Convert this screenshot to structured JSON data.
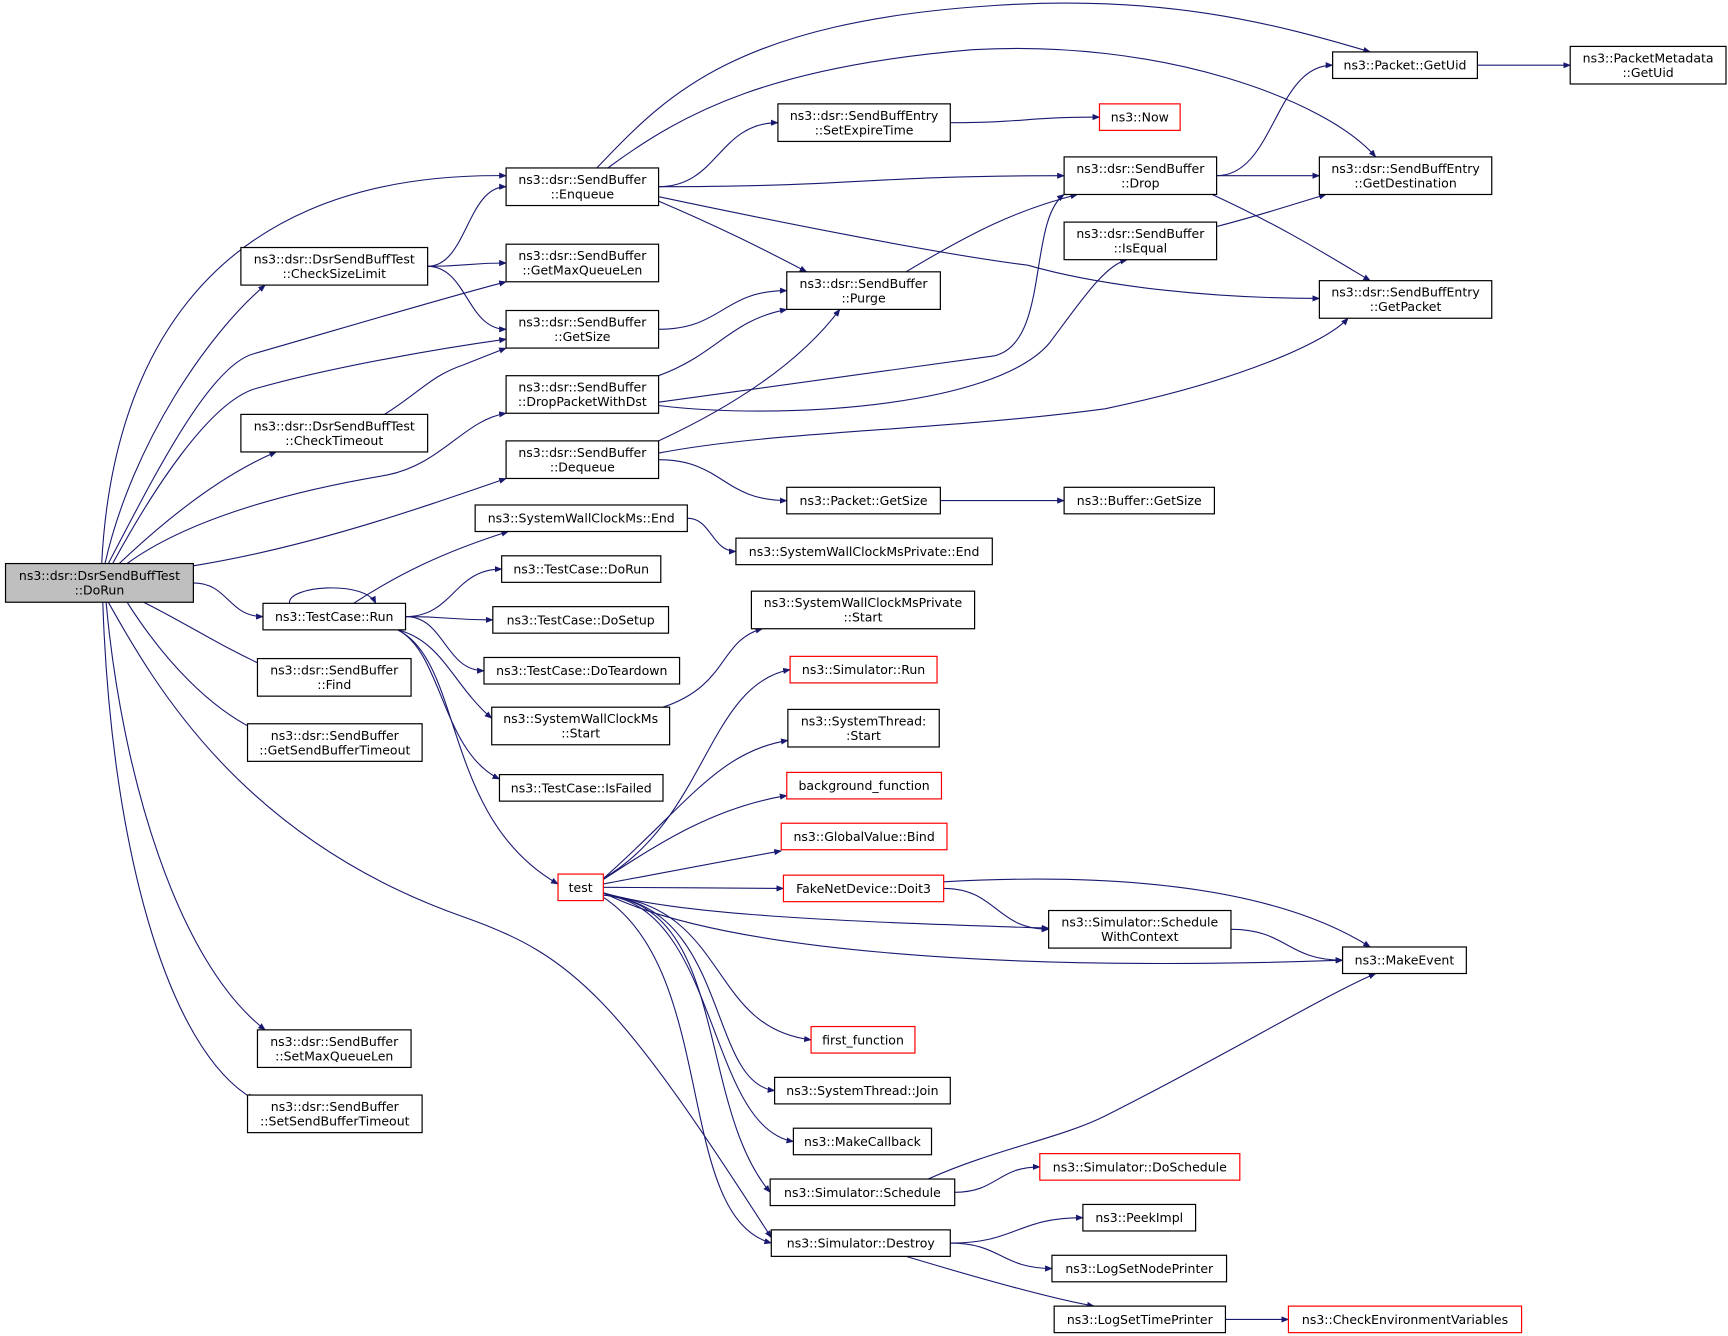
{
  "colors": {
    "edge": "#191970",
    "node_border": "#000000",
    "node_border_red": "#ff0000",
    "root_fill": "#bfbfbf",
    "node_fill": "#ffffff"
  },
  "nodes": [
    {
      "id": "root",
      "lines": [
        "ns3::dsr::DsrSendBuffTest",
        "::DoRun"
      ],
      "style": "root"
    },
    {
      "id": "enqueue",
      "lines": [
        "ns3::dsr::SendBuffer",
        "::Enqueue"
      ],
      "style": "normal"
    },
    {
      "id": "checksize",
      "lines": [
        "ns3::dsr::DsrSendBuffTest",
        "::CheckSizeLimit"
      ],
      "style": "normal"
    },
    {
      "id": "getmaxq",
      "lines": [
        "ns3::dsr::SendBuffer",
        "::GetMaxQueueLen"
      ],
      "style": "normal"
    },
    {
      "id": "getsize",
      "lines": [
        "ns3::dsr::SendBuffer",
        "::GetSize"
      ],
      "style": "normal"
    },
    {
      "id": "dropdst",
      "lines": [
        "ns3::dsr::SendBuffer",
        "::DropPacketWithDst"
      ],
      "style": "normal"
    },
    {
      "id": "checktimeout",
      "lines": [
        "ns3::dsr::DsrSendBuffTest",
        "::CheckTimeout"
      ],
      "style": "normal"
    },
    {
      "id": "dequeue",
      "lines": [
        "ns3::dsr::SendBuffer",
        "::Dequeue"
      ],
      "style": "normal"
    },
    {
      "id": "sysend",
      "lines": [
        "ns3::SystemWallClockMs::End"
      ],
      "style": "normal"
    },
    {
      "id": "sysprivend",
      "lines": [
        "ns3::SystemWallClockMsPrivate::End"
      ],
      "style": "normal"
    },
    {
      "id": "tcrun",
      "lines": [
        "ns3::TestCase::Run"
      ],
      "style": "normal"
    },
    {
      "id": "tcdorun",
      "lines": [
        "ns3::TestCase::DoRun"
      ],
      "style": "normal"
    },
    {
      "id": "tcsetup",
      "lines": [
        "ns3::TestCase::DoSetup"
      ],
      "style": "normal"
    },
    {
      "id": "tcteardown",
      "lines": [
        "ns3::TestCase::DoTeardown"
      ],
      "style": "normal"
    },
    {
      "id": "sysstart",
      "lines": [
        "ns3::SystemWallClockMs",
        "::Start"
      ],
      "style": "normal"
    },
    {
      "id": "tcfailed",
      "lines": [
        "ns3::TestCase::IsFailed"
      ],
      "style": "normal"
    },
    {
      "id": "find",
      "lines": [
        "ns3::dsr::SendBuffer",
        "::Find"
      ],
      "style": "normal"
    },
    {
      "id": "getsbt",
      "lines": [
        "ns3::dsr::SendBuffer",
        "::GetSendBufferTimeout"
      ],
      "style": "normal"
    },
    {
      "id": "setmaxq",
      "lines": [
        "ns3::dsr::SendBuffer",
        "::SetMaxQueueLen"
      ],
      "style": "normal"
    },
    {
      "id": "setsbt",
      "lines": [
        "ns3::dsr::SendBuffer",
        "::SetSendBufferTimeout"
      ],
      "style": "normal"
    },
    {
      "id": "setexpire",
      "lines": [
        "ns3::dsr::SendBuffEntry",
        "::SetExpireTime"
      ],
      "style": "normal"
    },
    {
      "id": "now",
      "lines": [
        "ns3::Now"
      ],
      "style": "red"
    },
    {
      "id": "drop",
      "lines": [
        "ns3::dsr::SendBuffer",
        "::Drop"
      ],
      "style": "normal"
    },
    {
      "id": "isequal",
      "lines": [
        "ns3::dsr::SendBuffer",
        "::IsEqual"
      ],
      "style": "normal"
    },
    {
      "id": "purge",
      "lines": [
        "ns3::dsr::SendBuffer",
        "::Purge"
      ],
      "style": "normal"
    },
    {
      "id": "pktgetuid",
      "lines": [
        "ns3::Packet::GetUid"
      ],
      "style": "normal"
    },
    {
      "id": "pmgetuid",
      "lines": [
        "ns3::PacketMetadata",
        "::GetUid"
      ],
      "style": "normal"
    },
    {
      "id": "getdest",
      "lines": [
        "ns3::dsr::SendBuffEntry",
        "::GetDestination"
      ],
      "style": "normal"
    },
    {
      "id": "getpacket",
      "lines": [
        "ns3::dsr::SendBuffEntry",
        "::GetPacket"
      ],
      "style": "normal"
    },
    {
      "id": "pktgetsize",
      "lines": [
        "ns3::Packet::GetSize"
      ],
      "style": "normal"
    },
    {
      "id": "bufgetsize",
      "lines": [
        "ns3::Buffer::GetSize"
      ],
      "style": "normal"
    },
    {
      "id": "sysprivstart",
      "lines": [
        "ns3::SystemWallClockMsPrivate",
        "::Start"
      ],
      "style": "normal"
    },
    {
      "id": "simrun",
      "lines": [
        "ns3::Simulator::Run"
      ],
      "style": "red"
    },
    {
      "id": "threadstart",
      "lines": [
        "ns3::SystemThread:",
        ":Start"
      ],
      "style": "normal"
    },
    {
      "id": "bgfunc",
      "lines": [
        "background_function"
      ],
      "style": "red"
    },
    {
      "id": "gvbind",
      "lines": [
        "ns3::GlobalValue::Bind"
      ],
      "style": "red"
    },
    {
      "id": "test",
      "lines": [
        "test"
      ],
      "style": "red"
    },
    {
      "id": "doit3",
      "lines": [
        "FakeNetDevice::Doit3"
      ],
      "style": "red"
    },
    {
      "id": "schedwc",
      "lines": [
        "ns3::Simulator::Schedule",
        "WithContext"
      ],
      "style": "normal"
    },
    {
      "id": "makeevent",
      "lines": [
        "ns3::MakeEvent"
      ],
      "style": "normal"
    },
    {
      "id": "firstfunc",
      "lines": [
        "first_function"
      ],
      "style": "red"
    },
    {
      "id": "threadjoin",
      "lines": [
        "ns3::SystemThread::Join"
      ],
      "style": "normal"
    },
    {
      "id": "makecb",
      "lines": [
        "ns3::MakeCallback"
      ],
      "style": "normal"
    },
    {
      "id": "doschedule",
      "lines": [
        "ns3::Simulator::DoSchedule"
      ],
      "style": "red"
    },
    {
      "id": "schedule",
      "lines": [
        "ns3::Simulator::Schedule"
      ],
      "style": "normal"
    },
    {
      "id": "peekimpl",
      "lines": [
        "ns3::PeekImpl"
      ],
      "style": "normal"
    },
    {
      "id": "destroy",
      "lines": [
        "ns3::Simulator::Destroy"
      ],
      "style": "normal"
    },
    {
      "id": "lognode",
      "lines": [
        "ns3::LogSetNodePrinter"
      ],
      "style": "normal"
    },
    {
      "id": "logtime",
      "lines": [
        "ns3::LogSetTimePrinter"
      ],
      "style": "normal"
    },
    {
      "id": "checkenv",
      "lines": [
        "ns3::CheckEnvironmentVariables"
      ],
      "style": "red"
    }
  ],
  "edges": [
    [
      "root",
      "enqueue"
    ],
    [
      "root",
      "checksize"
    ],
    [
      "root",
      "getmaxq"
    ],
    [
      "root",
      "getsize"
    ],
    [
      "root",
      "checktimeout"
    ],
    [
      "root",
      "dropdst"
    ],
    [
      "root",
      "dequeue"
    ],
    [
      "root",
      "tcrun"
    ],
    [
      "root",
      "find"
    ],
    [
      "root",
      "getsbt"
    ],
    [
      "root",
      "setmaxq"
    ],
    [
      "root",
      "setsbt"
    ],
    [
      "root",
      "destroy"
    ],
    [
      "checksize",
      "enqueue"
    ],
    [
      "checksize",
      "getmaxq"
    ],
    [
      "checksize",
      "getsize"
    ],
    [
      "checktimeout",
      "getsize"
    ],
    [
      "enqueue",
      "pktgetuid"
    ],
    [
      "enqueue",
      "getdest"
    ],
    [
      "enqueue",
      "setexpire"
    ],
    [
      "enqueue",
      "drop"
    ],
    [
      "enqueue",
      "purge"
    ],
    [
      "enqueue",
      "getpacket"
    ],
    [
      "setexpire",
      "now"
    ],
    [
      "getsize",
      "purge"
    ],
    [
      "dropdst",
      "purge"
    ],
    [
      "dropdst",
      "drop"
    ],
    [
      "dropdst",
      "isequal"
    ],
    [
      "dequeue",
      "purge"
    ],
    [
      "dequeue",
      "getpacket"
    ],
    [
      "dequeue",
      "pktgetsize"
    ],
    [
      "purge",
      "drop"
    ],
    [
      "drop",
      "pktgetuid"
    ],
    [
      "drop",
      "getdest"
    ],
    [
      "drop",
      "getpacket"
    ],
    [
      "isequal",
      "getdest"
    ],
    [
      "pktgetuid",
      "pmgetuid"
    ],
    [
      "pktgetsize",
      "bufgetsize"
    ],
    [
      "sysend",
      "sysprivend"
    ],
    [
      "tcrun",
      "tcrun"
    ],
    [
      "tcrun",
      "sysend"
    ],
    [
      "tcrun",
      "tcdorun"
    ],
    [
      "tcrun",
      "tcsetup"
    ],
    [
      "tcrun",
      "tcteardown"
    ],
    [
      "tcrun",
      "sysstart"
    ],
    [
      "tcrun",
      "tcfailed"
    ],
    [
      "tcrun",
      "test"
    ],
    [
      "sysstart",
      "sysprivstart"
    ],
    [
      "test",
      "simrun"
    ],
    [
      "test",
      "threadstart"
    ],
    [
      "test",
      "bgfunc"
    ],
    [
      "test",
      "gvbind"
    ],
    [
      "test",
      "doit3"
    ],
    [
      "test",
      "schedwc"
    ],
    [
      "test",
      "makeevent"
    ],
    [
      "test",
      "firstfunc"
    ],
    [
      "test",
      "threadjoin"
    ],
    [
      "test",
      "makecb"
    ],
    [
      "test",
      "schedule"
    ],
    [
      "test",
      "destroy"
    ],
    [
      "doit3",
      "schedwc"
    ],
    [
      "doit3",
      "makeevent"
    ],
    [
      "schedwc",
      "makeevent"
    ],
    [
      "schedule",
      "makeevent"
    ],
    [
      "schedule",
      "doschedule"
    ],
    [
      "destroy",
      "peekimpl"
    ],
    [
      "destroy",
      "lognode"
    ],
    [
      "destroy",
      "logtime"
    ],
    [
      "logtime",
      "checkenv"
    ]
  ]
}
